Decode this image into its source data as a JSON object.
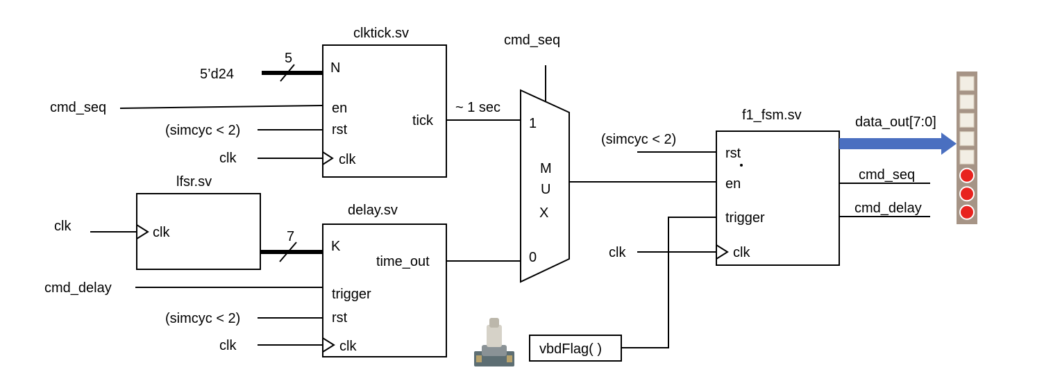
{
  "blocks": {
    "clktick": {
      "title": "clktick.sv",
      "ports": {
        "n": "N",
        "en": "en",
        "rst": "rst",
        "clk": "clk",
        "tick": "tick"
      }
    },
    "lfsr": {
      "title": "lfsr.sv",
      "ports": {
        "clk": "clk"
      }
    },
    "delay": {
      "title": "delay.sv",
      "ports": {
        "k": "K",
        "trigger": "trigger",
        "rst": "rst",
        "clk": "clk",
        "time_out": "time_out"
      }
    },
    "mux": {
      "letters": [
        "M",
        "U",
        "X"
      ],
      "in1": "1",
      "in0": "0"
    },
    "fsm": {
      "title": "f1_fsm.sv",
      "ports": {
        "rst": "rst",
        "en": "en",
        "trigger": "trigger",
        "clk": "clk"
      }
    },
    "vbdflag": {
      "label": "vbdFlag( )"
    }
  },
  "signals": {
    "const_5d24": "5’d24",
    "bus_width_n": "5",
    "bus_width_k": "7",
    "cmd_seq": "cmd_seq",
    "simcyc_rst": "(simcyc < 2)",
    "clk": "clk",
    "cmd_delay": "cmd_delay",
    "one_sec": "~ 1 sec",
    "mux_select": "cmd_seq",
    "data_out": "data_out[7:0]",
    "fsm_out_cmd_seq": "cmd_seq",
    "fsm_out_cmd_delay": "cmd_delay"
  },
  "leds": {
    "count": 8,
    "states": [
      "off",
      "off",
      "off",
      "off",
      "off",
      "on",
      "on",
      "on"
    ],
    "on_color": "#e8231f",
    "off_color": "#f2eee4",
    "frame_color": "#a69486"
  },
  "colors": {
    "data_bus": "#4a6fc0"
  }
}
